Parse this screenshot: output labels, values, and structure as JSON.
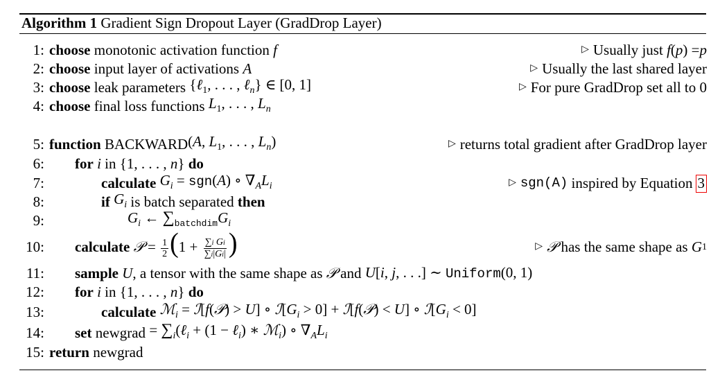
{
  "caption": {
    "label": "Algorithm 1",
    "title": "Gradient Sign Dropout Layer (GradDrop Layer)"
  },
  "lines": [
    {
      "num": "1:",
      "kw": "choose",
      "text": "monotonic activation function",
      "comment": "Usually just"
    },
    {
      "num": "2:",
      "kw": "choose",
      "text": "input layer of activations",
      "comment": "Usually the last shared layer"
    },
    {
      "num": "3:",
      "kw": "choose",
      "text": "leak parameters",
      "comment": "For pure GradDrop set all to 0"
    },
    {
      "num": "4:",
      "kw": "choose",
      "text": "final loss functions"
    },
    {
      "num": "5:",
      "kw": "function",
      "text": "BACKWARD",
      "comment": "returns total gradient after GradDrop layer"
    },
    {
      "num": "6:",
      "kw": "for",
      "kw2": "do",
      "text": "in"
    },
    {
      "num": "7:",
      "kw": "calculate",
      "comment": "inspired by Equation",
      "comment_tt": "sgn(A)",
      "ref": "3"
    },
    {
      "num": "8:",
      "kw": "if",
      "kw2": "then",
      "text": "is batch separated"
    },
    {
      "num": "9:",
      "sub_tt": "batchdim"
    },
    {
      "num": "10:",
      "kw": "calculate",
      "comment": "has the same shape as"
    },
    {
      "num": "11:",
      "kw": "sample",
      "text": ", a tensor with the same shape as",
      "text2": "and",
      "tt": "Uniform"
    },
    {
      "num": "12:",
      "kw": "for",
      "kw2": "do",
      "text": "in"
    },
    {
      "num": "13:",
      "kw": "calculate"
    },
    {
      "num": "14:",
      "kw": "set",
      "text": "newgrad"
    },
    {
      "num": "15:",
      "kw": "return",
      "text": "newgrad"
    }
  ]
}
